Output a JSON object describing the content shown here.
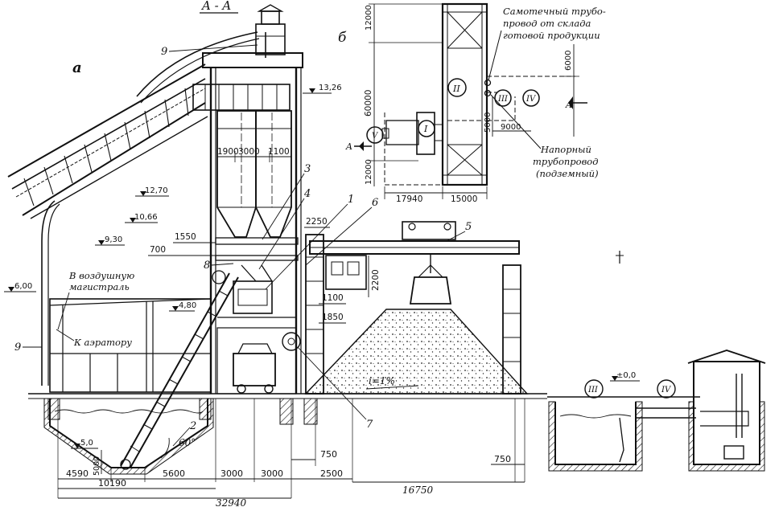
{
  "section_label": "A - A",
  "view_a_label": "а",
  "view_b_label": "б",
  "plan": {
    "note_gravity_pipe": [
      "Самотечный трубо-",
      "провод от склада",
      "готовой продукции"
    ],
    "note_pressure_pipe": [
      "Напорный",
      "трубопровод",
      "(подземный)"
    ],
    "roman": [
      "I",
      "II",
      "III",
      "IV",
      "V"
    ],
    "arrow_a": "A",
    "dims": [
      "12000",
      "60000",
      "6000",
      "5000",
      "9000",
      "12000",
      "17940",
      "15000"
    ]
  },
  "section": {
    "levels": [
      "13,26",
      "12,70",
      "10,66",
      "9,30",
      "6,00",
      "4,80",
      "±0,0",
      "5,0"
    ],
    "dims_upper": [
      "1900",
      "3000",
      "1100",
      "1550",
      "700",
      "2250",
      "2200",
      "1100",
      "1850"
    ],
    "callouts": [
      "9",
      "3",
      "4",
      "1",
      "6",
      "5",
      "8",
      "9",
      "2",
      "7"
    ],
    "note_air_main": [
      "В воздушную",
      "магистраль"
    ],
    "note_aerator": "К аэратору",
    "slope": "i=1%",
    "angle": "60°",
    "dims_bottom": [
      "4590",
      "10190",
      "5600",
      "3000",
      "3000",
      "750",
      "2500",
      "16750",
      "750",
      "32940"
    ],
    "dim_5000": "5000",
    "tank_labels": [
      "III",
      "IV"
    ]
  }
}
